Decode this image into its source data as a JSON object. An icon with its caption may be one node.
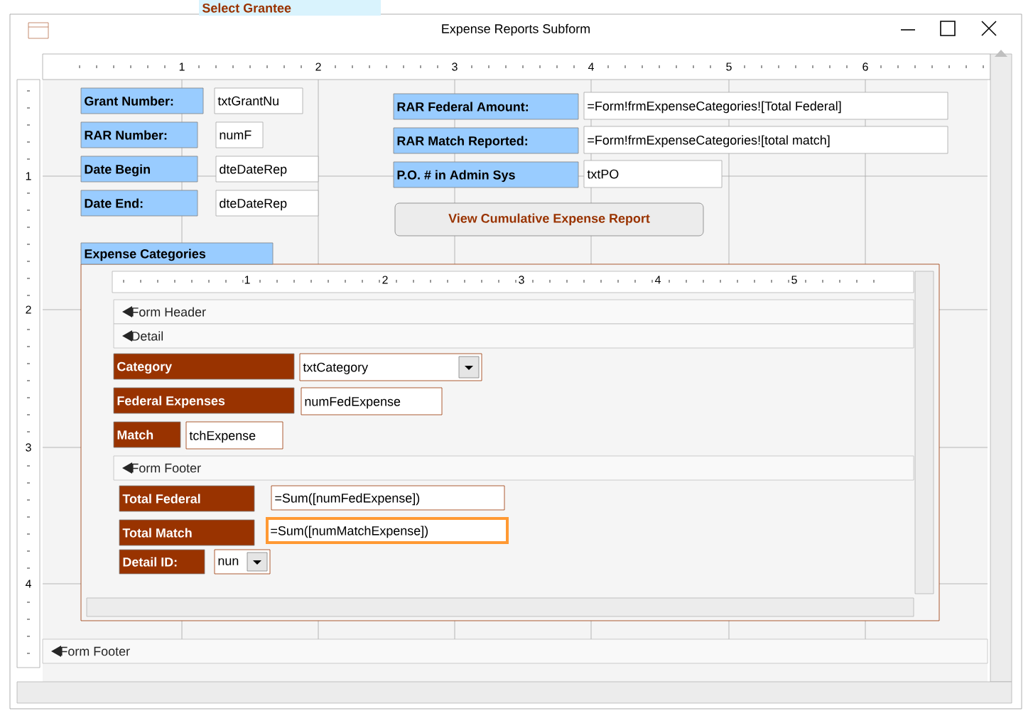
{
  "diagram": {
    "title": "Expense Reports Subform",
    "nodes": [
      {
        "text": [
          "Select Grantee"
        ]
      },
      {
        "text": [],
        "shape": "box"
      },
      {
        "text": [
          "Grant Number:"
        ],
        "in": 1
      },
      {
        "text": [
          "txtGrantNu"
        ],
        "in": 1
      },
      {
        "text": [
          "RAR Number:"
        ],
        "in": 1
      },
      {
        "text": [
          "numF"
        ],
        "in": 1
      },
      {
        "text": [
          "Date Begin"
        ],
        "in": 1
      },
      {
        "text": [
          "dteDateRep"
        ],
        "in": 1
      },
      {
        "text": [
          "Date End:"
        ],
        "in": 1
      },
      {
        "text": [
          "dteDateRep"
        ],
        "in": 1
      },
      {
        "text": [
          "RAR Federal Amount:"
        ],
        "in": 1
      },
      {
        "text": [
          "=Form!frmExpenseCategories![Total Federal]"
        ],
        "in": 1
      },
      {
        "text": [
          "RAR Match Reported:"
        ],
        "in": 1
      },
      {
        "text": [
          "=Form!frmExpenseCategories![total match]"
        ],
        "in": 1
      },
      {
        "text": [
          "P.O. # in Admin Sys"
        ],
        "in": 1
      },
      {
        "text": [
          "txtPO"
        ],
        "in": 1
      },
      {
        "text": [
          "View Cumulative Expense Report"
        ],
        "in": 1
      },
      {
        "text": [
          "Expense Categories"
        ],
        "in": 1
      },
      {
        "text": [],
        "shape": "box",
        "in": 1
      },
      {
        "text": [
          "Form Header"
        ],
        "in": 18
      },
      {
        "text": [
          "Detail"
        ],
        "in": 18
      },
      {
        "text": [
          "Category"
        ],
        "in": 18
      },
      {
        "text": [
          "txtCategory"
        ],
        "in": 18
      },
      {
        "text": [
          "Federal Expenses"
        ],
        "in": 18
      },
      {
        "text": [
          "numFedExpense"
        ],
        "in": 18
      },
      {
        "text": [
          "Match"
        ],
        "in": 18
      },
      {
        "text": [
          "tchExpense"
        ],
        "in": 18
      },
      {
        "text": [
          "Form Footer"
        ],
        "in": 18
      },
      {
        "text": [
          "Total Federal"
        ],
        "in": 18
      },
      {
        "text": [
          "=Sum([numFedExpense])"
        ],
        "in": 18
      },
      {
        "text": [
          "Total Match"
        ],
        "in": 18
      },
      {
        "text": [
          "=Sum([numMatchExpense])"
        ],
        "in": 18
      },
      {
        "text": [
          "Detail ID:"
        ],
        "in": 18
      },
      {
        "text": [
          "nun"
        ],
        "in": 18
      },
      {
        "text": [
          "Form Footer"
        ],
        "in": 1
      }
    ],
    "labels": [
      "1",
      "2",
      "3",
      "4",
      "5",
      "6",
      "1",
      "2",
      "3",
      "4",
      "1",
      "2",
      "3",
      "4",
      "5"
    ]
  }
}
